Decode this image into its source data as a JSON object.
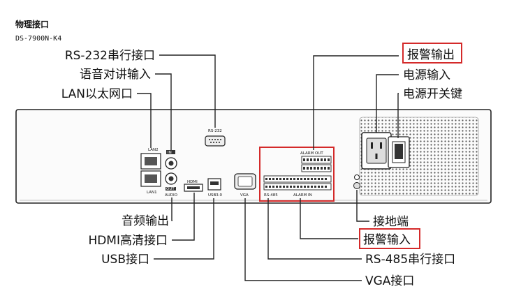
{
  "section_title": "物理接口",
  "model": "DS-7900N-K4",
  "labels": {
    "rs232": "RS-232串行接口",
    "audio_in": "语音对讲输入",
    "lan": "LAN以太网口",
    "alarm_out": "报警输出",
    "power_in": "电源输入",
    "power_switch": "电源开关键",
    "audio_out": "音频输出",
    "hdmi": "HDMI高清接口",
    "usb": "USB接口",
    "ground": "接地端",
    "alarm_in": "报警输入",
    "rs485": "RS-485串行接口",
    "vga": "VGA接口"
  },
  "panel": {
    "lan2": "LAN2",
    "lan1": "LAN1",
    "in_mark": "IN",
    "out_mark": "OUT",
    "audio": "AUDIO",
    "hdmi": "HDMI",
    "usb": "USB3.0",
    "vga": "VGA",
    "rs232": "RS-232",
    "alarm_out": "ALARM OUT",
    "rs485": "RS-485",
    "alarm_in": "ALARM IN"
  },
  "colors": {
    "highlight": "#d42a2a",
    "line": "#222222"
  }
}
